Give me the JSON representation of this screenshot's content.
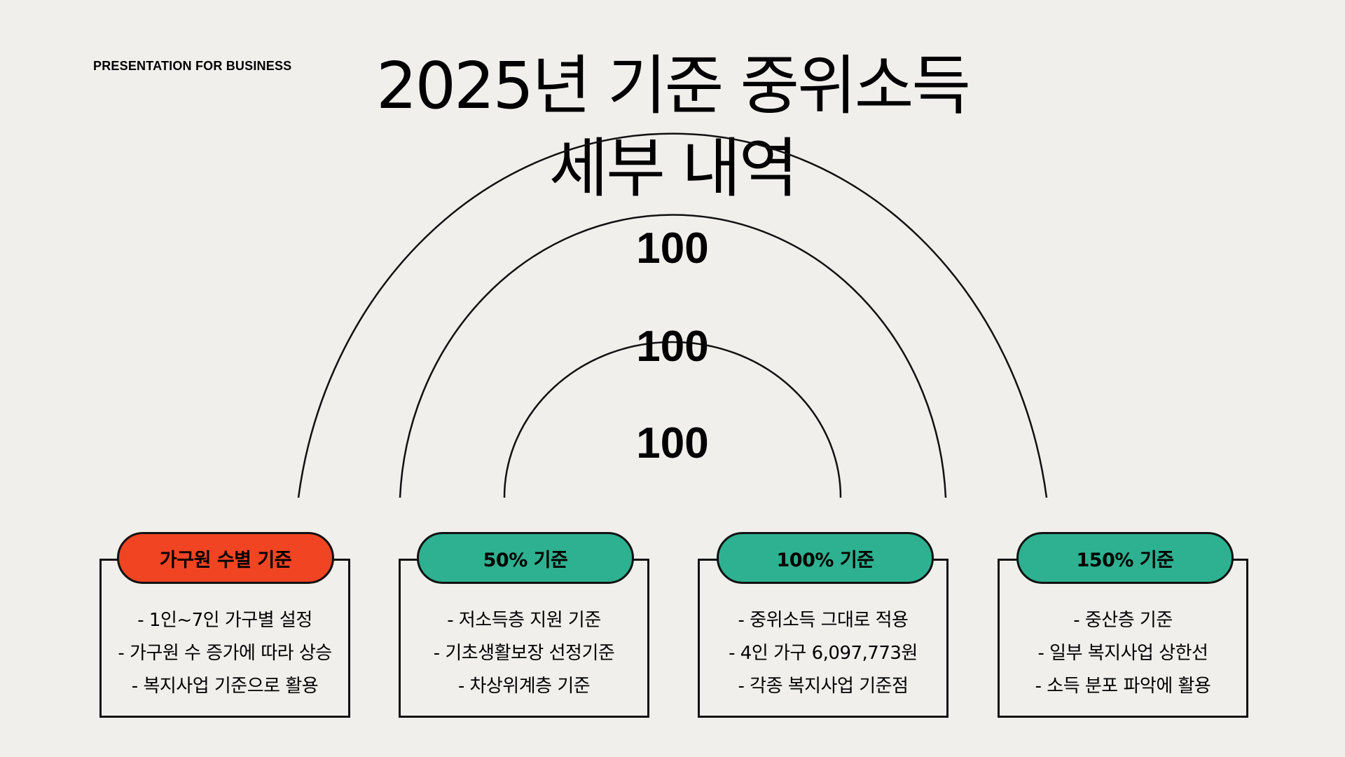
{
  "header": {
    "brand": "PRESENTATION FOR BUSINESS",
    "title_line1": "2025년 기준 중위소득",
    "title_line2": "세부 내역"
  },
  "arcs": {
    "outer_label": "100",
    "middle_label": "100",
    "inner_label": "100"
  },
  "colors": {
    "background": "#f0efeb",
    "accent_red": "#f04423",
    "accent_green": "#2eb190",
    "stroke": "#111111"
  },
  "cards": [
    {
      "title": "가구원 수별 기준",
      "color": "#f04423",
      "items": [
        "- 1인~7인 가구별 설정",
        "- 가구원 수 증가에 따라 상승",
        "- 복지사업 기준으로 활용"
      ]
    },
    {
      "title": "50% 기준",
      "color": "#2eb190",
      "items": [
        "- 저소득층 지원 기준",
        "- 기초생활보장 선정기준",
        "- 차상위계층 기준"
      ]
    },
    {
      "title": "100% 기준",
      "color": "#2eb190",
      "items": [
        "- 중위소득 그대로 적용",
        "- 4인 가구 6,097,773원",
        "- 각종 복지사업 기준점"
      ]
    },
    {
      "title": "150% 기준",
      "color": "#2eb190",
      "items": [
        "- 중산층 기준",
        "- 일부 복지사업 상한선",
        "- 소득 분포 파악에 활용"
      ]
    }
  ]
}
